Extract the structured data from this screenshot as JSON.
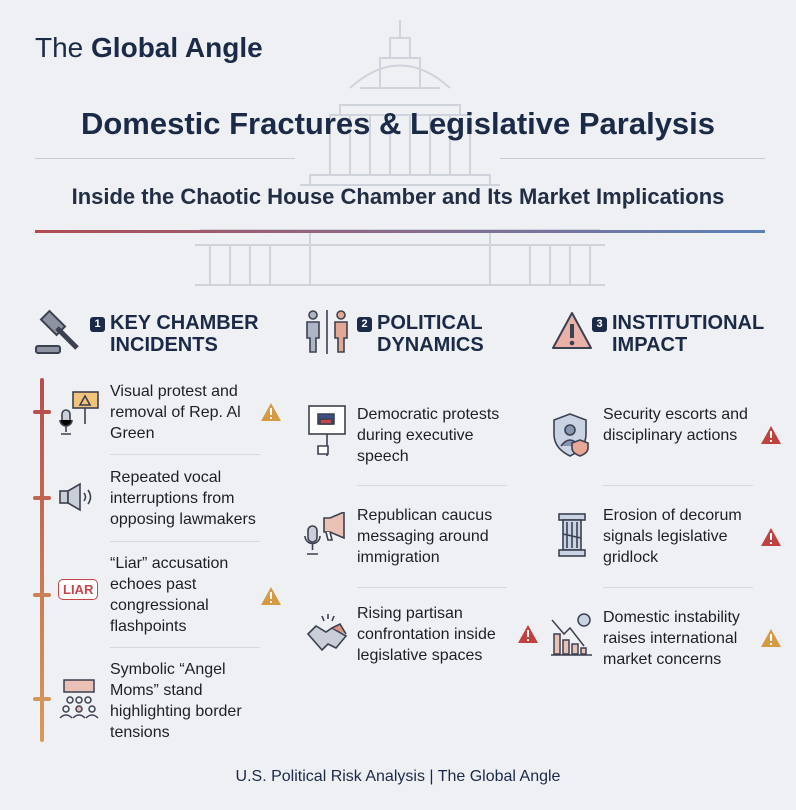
{
  "brand": {
    "prefix": "The",
    "name": "Global Angle"
  },
  "title": "Domestic Fractures & Legislative Paralysis",
  "subtitle": "Inside the Chaotic House Chamber and Its Market Implications",
  "columns": [
    {
      "number": "1",
      "line1": "KEY CHAMBER",
      "line2": "INCIDENTS",
      "icon": "gavel-icon",
      "items": [
        {
          "text": "Visual protest and removal of Rep. Al Green",
          "icon": "protest-sign-microphone-icon",
          "warning": "orange"
        },
        {
          "text": "Repeated vocal interruptions from opposing lawmakers",
          "icon": "speaker-icon",
          "warning": null
        },
        {
          "text": "“Liar” accusation echoes past congressional flashpoints",
          "icon": "liar-speech-bubble-icon",
          "icon_text": "LIAR",
          "warning": "orange"
        },
        {
          "text": "Symbolic “Angel Moms” stand highlighting border tensions",
          "icon": "audience-icon",
          "warning": null
        }
      ]
    },
    {
      "number": "2",
      "line1": "POLITICAL",
      "line2": "DYNAMICS",
      "icon": "divided-people-icon",
      "items": [
        {
          "text": "Democratic protests during executive speech",
          "icon": "donkey-protest-sign-icon",
          "warning": null
        },
        {
          "text": "Republican caucus messaging around immigration",
          "icon": "microphone-megaphone-icon",
          "warning": null
        },
        {
          "text": "Rising partisan confrontation inside legislative spaces",
          "icon": "handshake-icon",
          "warning": "red"
        }
      ]
    },
    {
      "number": "3",
      "line1": "INSTITUTIONAL",
      "line2": "IMPACT",
      "icon": "warning-triangle-icon",
      "items": [
        {
          "text": "Security escorts and disciplinary actions",
          "icon": "security-shield-icon",
          "warning": "red"
        },
        {
          "text": "Erosion of decorum signals legislative gridlock",
          "icon": "cracked-column-icon",
          "warning": "red"
        },
        {
          "text": "Domestic instability raises international market concerns",
          "icon": "falling-chart-globe-icon",
          "warning": "orange"
        }
      ]
    }
  ],
  "footer": "U.S. Political Risk Analysis | The Global Angle",
  "colors": {
    "navy": "#1b2a47",
    "red": "#c2413f",
    "orange": "#d69a43",
    "accent_blue": "#5b80b8"
  }
}
